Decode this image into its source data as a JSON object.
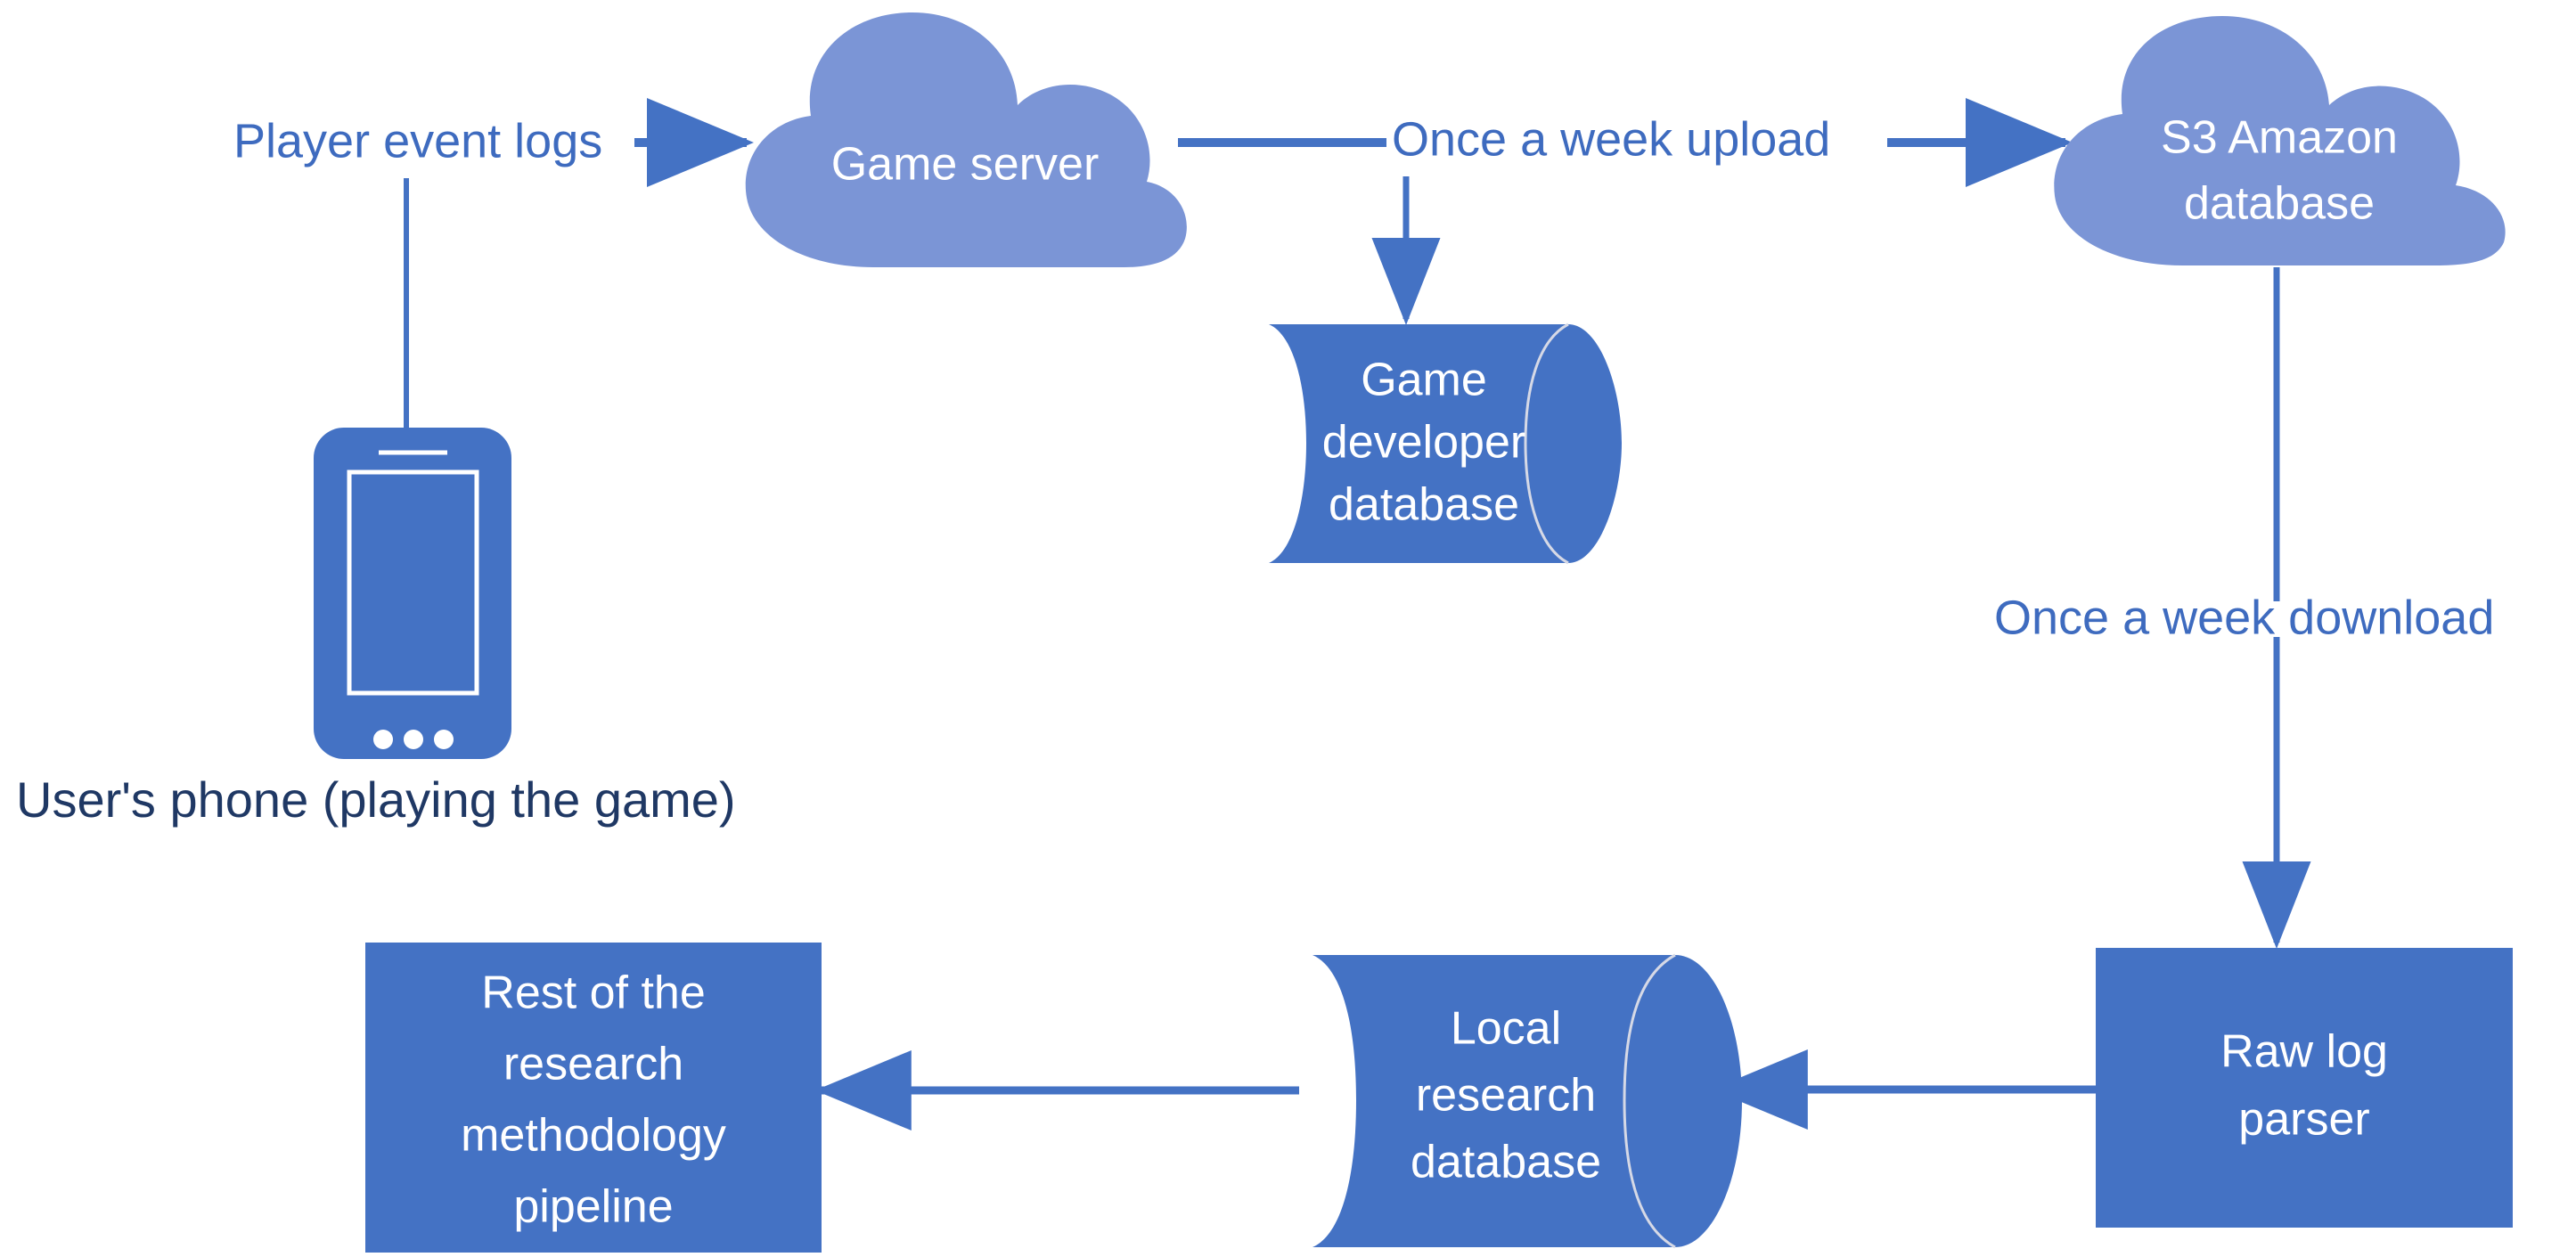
{
  "diagram": {
    "title": "Game telemetry data pipeline",
    "colors": {
      "cloud_fill": "#7B95D6",
      "shape_fill": "#4472C4",
      "connector": "#4472C4",
      "edge_label_text": "#3E6BBF",
      "caption_text": "#1F3864",
      "node_text": "#FFFFFF",
      "background": "#FFFFFF",
      "cylinder_edge": "#D6D9E6"
    },
    "nodes": [
      {
        "id": "phone",
        "shape": "phone",
        "label": "",
        "caption": "User's phone (playing the game)"
      },
      {
        "id": "game-server",
        "shape": "cloud",
        "label": "Game server",
        "lines": [
          "Game server"
        ]
      },
      {
        "id": "s3-amazon-database",
        "shape": "cloud",
        "label": "S3 Amazon database",
        "lines": [
          "S3 Amazon",
          "database"
        ]
      },
      {
        "id": "game-developer-database",
        "shape": "cylinder",
        "label": "Game developer database",
        "lines": [
          "Game",
          "developer",
          "database"
        ]
      },
      {
        "id": "raw-log-parser",
        "shape": "rectangle",
        "label": "Raw log parser",
        "lines": [
          "Raw log",
          "parser"
        ]
      },
      {
        "id": "local-research-database",
        "shape": "cylinder",
        "label": "Local research database",
        "lines": [
          "Local",
          "research",
          "database"
        ]
      },
      {
        "id": "rest-of-pipeline",
        "shape": "rectangle",
        "label": "Rest of the research methodology pipeline",
        "lines": [
          "Rest of the",
          "research",
          "methodology",
          "pipeline"
        ]
      }
    ],
    "edges": [
      {
        "id": "phone-to-game-server",
        "from": "phone",
        "to": "game-server",
        "label": "Player event logs",
        "arrow": true
      },
      {
        "id": "game-server-to-s3",
        "from": "game-server",
        "to": "s3-amazon-database",
        "label": "Once a week upload",
        "arrow": true
      },
      {
        "id": "game-server-to-dev-db",
        "from": "game-server",
        "to": "game-developer-database",
        "label": "",
        "arrow": true
      },
      {
        "id": "s3-to-raw-log-parser",
        "from": "s3-amazon-database",
        "to": "raw-log-parser",
        "label": "Once a week download",
        "arrow": true
      },
      {
        "id": "raw-log-parser-to-local-db",
        "from": "raw-log-parser",
        "to": "local-research-database",
        "label": "",
        "arrow": true
      },
      {
        "id": "local-db-to-rest-of-pipeline",
        "from": "local-research-database",
        "to": "rest-of-pipeline",
        "label": "",
        "arrow": true
      }
    ],
    "labels": {
      "player_event_logs": "Player event logs",
      "once_a_week_upload": "Once a week upload",
      "once_a_week_download": "Once a week download",
      "users_phone_caption": "User's phone (playing the game)",
      "game_server": "Game server",
      "s3_line1": "S3 Amazon",
      "s3_line2": "database",
      "game_dev_db_line1": "Game",
      "game_dev_db_line2": "developer",
      "game_dev_db_line3": "database",
      "raw_log_parser_line1": "Raw log",
      "raw_log_parser_line2": "parser",
      "local_db_line1": "Local",
      "local_db_line2": "research",
      "local_db_line3": "database",
      "rest_line1": "Rest of the",
      "rest_line2": "research",
      "rest_line3": "methodology",
      "rest_line4": "pipeline"
    }
  }
}
